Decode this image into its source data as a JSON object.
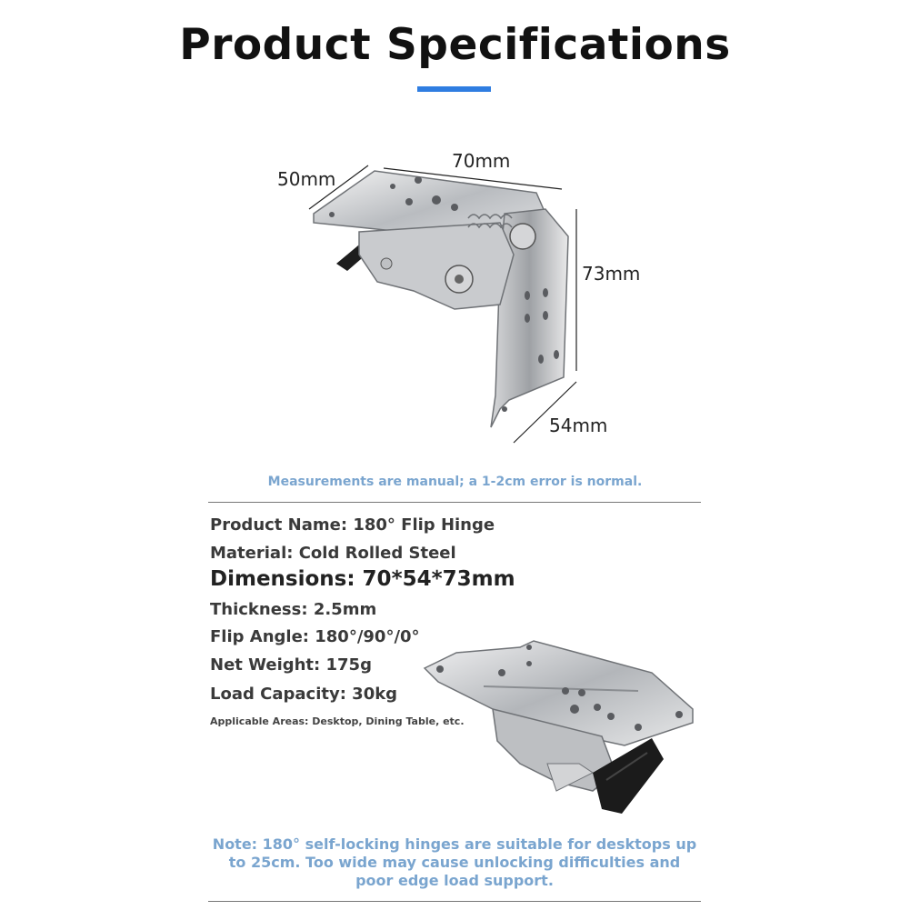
{
  "header": {
    "title": "Product Specifications",
    "accent_color": "#2f7de1"
  },
  "dimensions_figure": {
    "length_label": "70mm",
    "width_label": "50mm",
    "height_label": "73mm",
    "depth_label": "54mm"
  },
  "measurement_note": "Measurements are manual; a 1-2cm error is normal.",
  "specs": {
    "product_name": "Product Name: 180° Flip Hinge",
    "material": "Material: Cold Rolled Steel",
    "dimensions": "Dimensions: 70*54*73mm",
    "thickness": "Thickness: 2.5mm",
    "flip_angle": "Flip Angle: 180°/90°/0°",
    "net_weight": "Net Weight: 175g",
    "load_capacity": "Load Capacity: 30kg",
    "applicable_areas": "Applicable Areas: Desktop, Dining Table, etc."
  },
  "footer_note": {
    "line1": "Note: 180° self-locking hinges are suitable for desktops up",
    "line2": "to 25cm. Too wide may cause unlocking difficulties and",
    "line3": "poor edge load support.",
    "color": "#7aa5cf"
  }
}
